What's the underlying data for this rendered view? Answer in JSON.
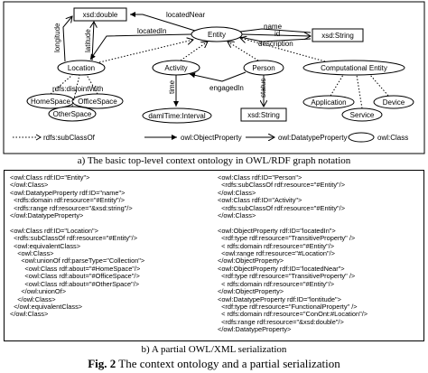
{
  "graph": {
    "nodes": {
      "xsd_double": "xsd:double",
      "entity": "Entity",
      "xsd_string_top": "xsd:String",
      "location": "Location",
      "activity": "Activity",
      "person": "Person",
      "computational_entity": "Computational Entity",
      "home_space": "HomeSpace",
      "office_space": "OfficeSpace",
      "other_space": "OtherSpace",
      "daml_time_interval": "damlTime:Interval",
      "xsd_string_person": "xsd:String",
      "application": "Application",
      "device": "Device",
      "service": "Service"
    },
    "edges": {
      "located_near": "locatedNear",
      "located_in": "locatedIn",
      "longitude": "longitude",
      "latitude": "latitude",
      "name": "name",
      "id": "id",
      "description": "description",
      "disjoint_with": "rdfs:disjointWith",
      "time": "time",
      "engaged_in": "engagedIn",
      "status": "status"
    },
    "legend": {
      "subclass_of": "rdfs:subClassOf",
      "object_property": "owl:ObjectProperty",
      "datatype_property": "owl:DatatypeProperty",
      "owl_class": "owl:Class"
    }
  },
  "caption_a": "a) The basic top-level context ontology in OWL/RDF graph notation",
  "code_left": [
    "<owl:Class rdf:ID=\"Entity\">",
    "</owl:Class>",
    "<owl:DatatypeProperty rdf:ID=\"name\">",
    "  <rdfs:domain rdf:resource=\"#Entity\"/>",
    "  <rdfs:range rdf:resource=\"&xsd:string\"/>",
    "</owl:DatatypeProperty>",
    "",
    "<owl:Class rdf:ID=\"Location\">",
    "  <rdfs:subClassOf rdf:resource=\"#Entity\"/>",
    "  <owl:equivalentClass>",
    "    <owl:Class>",
    "      <owl:unionOf rdf:parseType=\"Collection\">",
    "        <owl:Class rdf:about=\"#HomeSpace\"/>",
    "        <owl:Class rdf:about=\"#OfficeSpace\"/>",
    "        <owl:Class rdf:about=\"#OtherSpace\"/>",
    "      </owl:unionOf>",
    "    </owl:Class>",
    "  </owl:equivalentClass>",
    "</owl:Class>"
  ],
  "code_right": [
    "<owl:Class rdf:ID=\"Person\">",
    "  <rdfs:subClassOf rdf:resource=\"#Entity\"/>",
    "</owl:Class>",
    "<owl:Class rdf:ID=\"Activity\">",
    "  <rdfs:subClassOf rdf:resource=\"#Entity\"/>",
    "</owl:Class>",
    "",
    "<owl:ObjectProperty rdf:ID=\"locatedIn\">",
    "  <rdf:type rdf:resource=\"TransitiveProperty\" />",
    "  < rdfs:domain rdf:resource=\"#Entity\"/>",
    "  <owl:range rdf:resource=\"#Location\"/>",
    "</owl:ObjectProperty>",
    "<owl:ObjectProperty rdf:ID=\"locatedNear\">",
    "  <rdf:type rdf:resource=\"TransitiveProperty\" />",
    "  < rdfs:domain rdf:resource=\"#Entity\"/>",
    "</owl:ObjectProperty>",
    "<owl:DatatypeProperty rdf:ID=\"lontitude\">",
    "  <rdf:type rdf:resource=\"FunctionalProperty\" />",
    "  < rdfs:domain rdf:resource=\"ConOnt:#Location\"/>",
    "  <rdfs:range rdf:resource=\"&xsd:double\"/>",
    "</owl:DatatypeProperty>"
  ],
  "caption_b": "b) A partial OWL/XML serialization",
  "fig_label": "Fig. 2",
  "fig_text": " The context ontology and a partial serialization"
}
